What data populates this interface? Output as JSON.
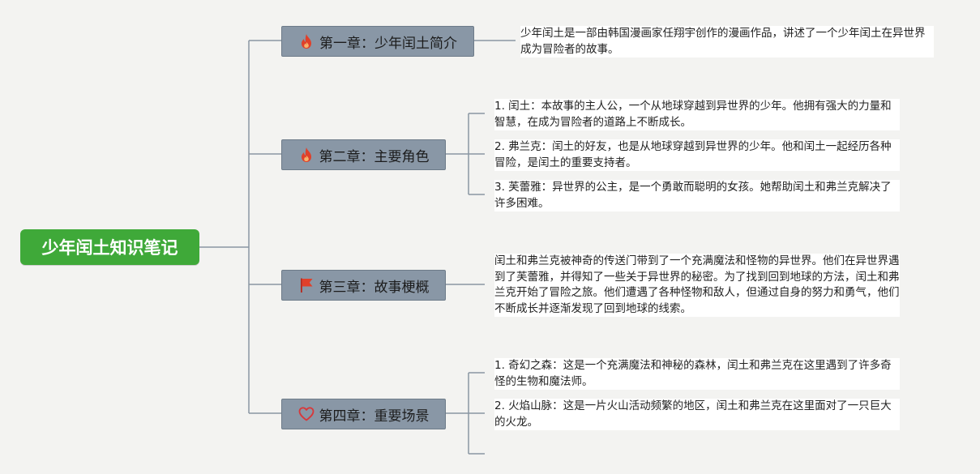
{
  "root": {
    "label": "少年闰土知识笔记"
  },
  "chapters": [
    {
      "title": "第一章：少年闰土简介",
      "icon": "fire-icon",
      "text": "少年闰土是一部由韩国漫画家任翔宇创作的漫画作品，讲述了一个少年闰土在异世界成为冒险者的故事。"
    },
    {
      "title": "第二章：主要角色",
      "icon": "fire-icon",
      "items": [
        "1. 闰土：本故事的主人公，一个从地球穿越到异世界的少年。他拥有强大的力量和智慧，在成为冒险者的道路上不断成长。",
        "2. 弗兰克：闰土的好友，也是从地球穿越到异世界的少年。他和闰土一起经历各种冒险，是闰土的重要支持者。",
        "3. 芙蕾雅：异世界的公主，是一个勇敢而聪明的女孩。她帮助闰土和弗兰克解决了许多困难。"
      ]
    },
    {
      "title": "第三章：故事梗概",
      "icon": "flag-icon",
      "text": "闰土和弗兰克被神奇的传送门带到了一个充满魔法和怪物的异世界。他们在异世界遇到了芙蕾雅，并得知了一些关于异世界的秘密。为了找到回到地球的方法，闰土和弗兰克开始了冒险之旅。他们遭遇了各种怪物和敌人，但通过自身的努力和勇气，他们不断成长并逐渐发现了回到地球的线索。"
    },
    {
      "title": "第四章：重要场景",
      "icon": "heart-icon",
      "items": [
        "1. 奇幻之森：这是一个充满魔法和神秘的森林，闰土和弗兰克在这里遇到了许多奇怪的生物和魔法师。",
        "2. 火焰山脉：这是一片火山活动频繁的地区，闰土和弗兰克在这里面对了一只巨大的火龙。"
      ]
    }
  ],
  "colors": {
    "root_bg": "#3fa939",
    "chapter_bg": "#8997a6",
    "connector": "#8a96a3",
    "fire": "#e0402a",
    "flag": "#e0402a",
    "heart": "#d8383a"
  }
}
